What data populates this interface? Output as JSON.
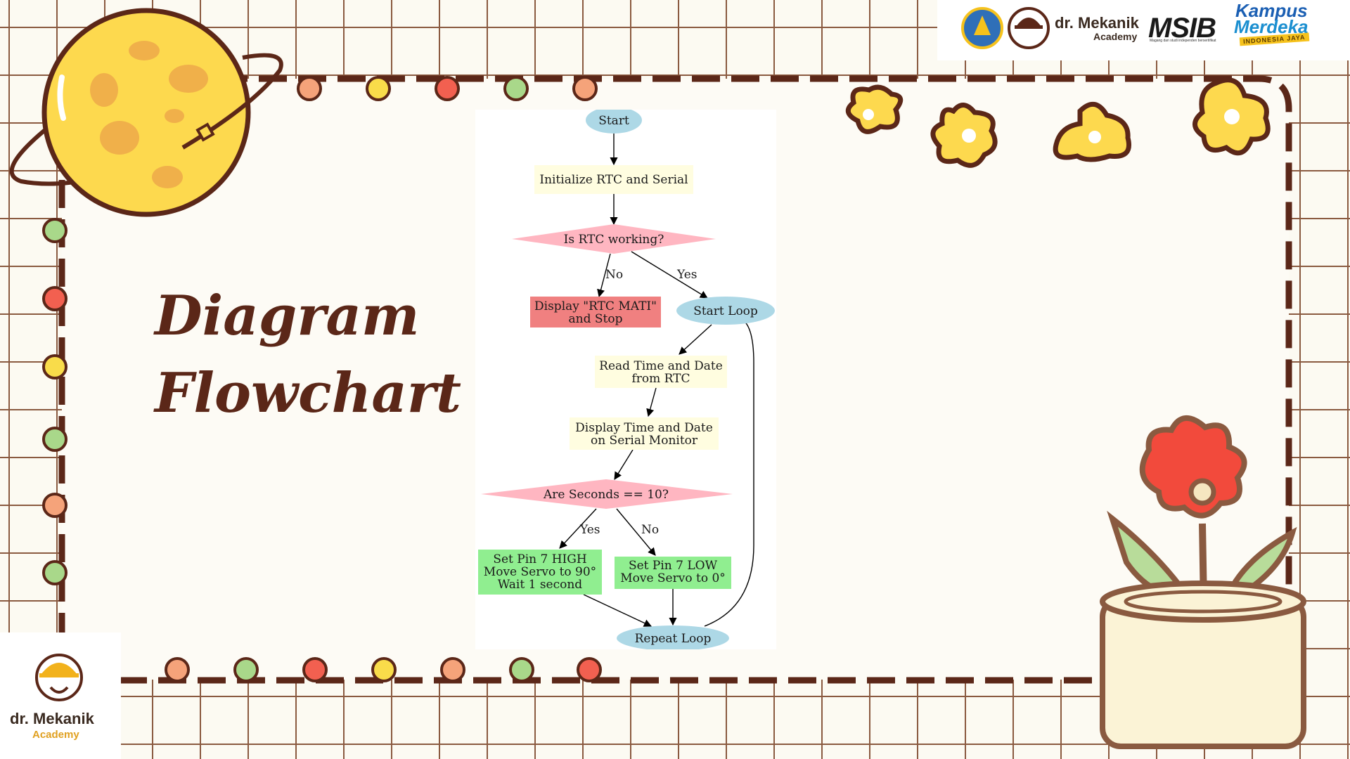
{
  "slide": {
    "title_line1": "Diagram",
    "title_line2": "Flowchart"
  },
  "logos": {
    "mekanik_name": "dr. Mekanik",
    "mekanik_sub": "Academy",
    "msib": "MSIB",
    "msib_tagline": "Magang dan studi independen bersertifikat",
    "kampus_line1": "Kampus",
    "kampus_line2": "Merdeka",
    "kampus_tag": "INDONESIA JAYA",
    "corner_name": "dr. Mekanik",
    "corner_sub": "Academy"
  },
  "flowchart": {
    "nodes": {
      "start": "Start",
      "init": "Initialize RTC and Serial",
      "rtc_check": "Is RTC working?",
      "rtc_fail_1": "Display \"RTC MATI\"",
      "rtc_fail_2": "and Stop",
      "start_loop": "Start Loop",
      "read_1": "Read Time and Date",
      "read_2": "from RTC",
      "display_1": "Display Time and Date",
      "display_2": "on Serial Monitor",
      "sec_check": "Are Seconds == 10?",
      "high_1": "Set Pin 7 HIGH",
      "high_2": "Move Servo to 90°",
      "high_3": "Wait 1 second",
      "low_1": "Set Pin 7 LOW",
      "low_2": "Move Servo to 0°",
      "repeat": "Repeat Loop"
    },
    "edges": {
      "rtc_no": "No",
      "rtc_yes": "Yes",
      "sec_yes": "Yes",
      "sec_no": "No"
    },
    "colors": {
      "terminal": "#add8e6",
      "process": "#fffde0",
      "decision": "#ffb6c1",
      "error": "#f08080",
      "action": "#90ee90"
    }
  },
  "palette": {
    "frame_brown": "#5b2718",
    "dot_orange": "#f5a37a",
    "dot_yellow": "#f9dc4a",
    "dot_red": "#f26050",
    "dot_green": "#a9d88a"
  }
}
